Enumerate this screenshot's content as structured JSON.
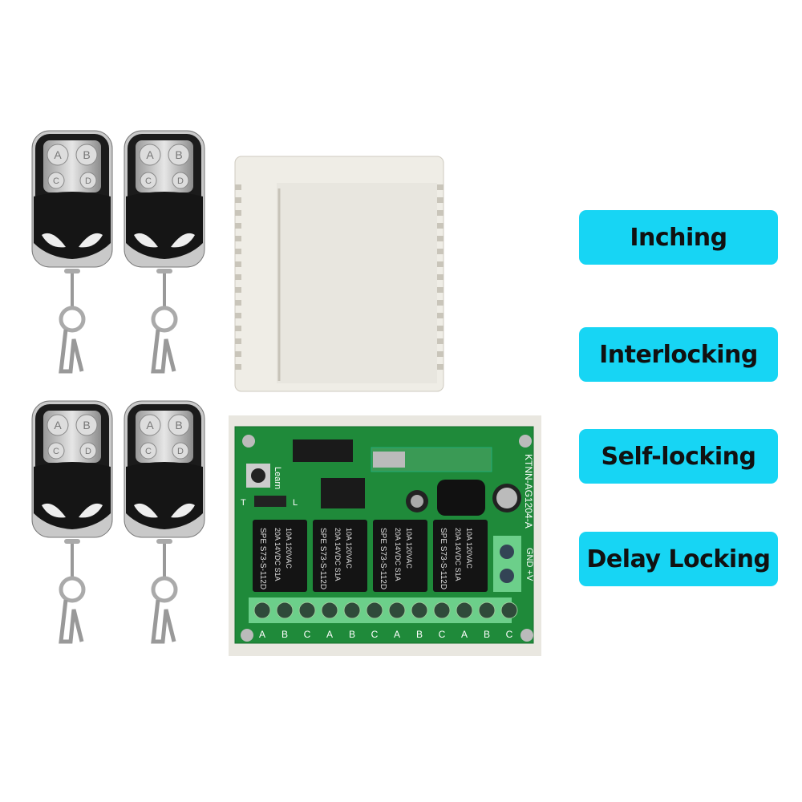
{
  "modes": [
    {
      "label": "Inching"
    },
    {
      "label": "Interlocking"
    },
    {
      "label": "Self-locking"
    },
    {
      "label": "Delay Locking"
    }
  ],
  "remote": {
    "buttons": [
      "A",
      "B",
      "C",
      "D"
    ]
  },
  "board": {
    "model": "KTNN-AG1204-A",
    "learn_label": "Learn",
    "jumper_labels": [
      "T",
      "L"
    ],
    "power_labels": {
      "gnd": "GND",
      "vplus": "+V"
    },
    "relay": {
      "brand": "SPE",
      "model": "S73-S-112D",
      "rating1": "20A 14VDC",
      "rating2": "10A 120VAC",
      "code": "S1A"
    },
    "terminal_labels": [
      "A",
      "B",
      "C"
    ]
  },
  "colors": {
    "label_bg": "#17d5f4",
    "pcb": "#1f8a3a",
    "terminal": "#6ccf8a",
    "case": "#efede6"
  }
}
